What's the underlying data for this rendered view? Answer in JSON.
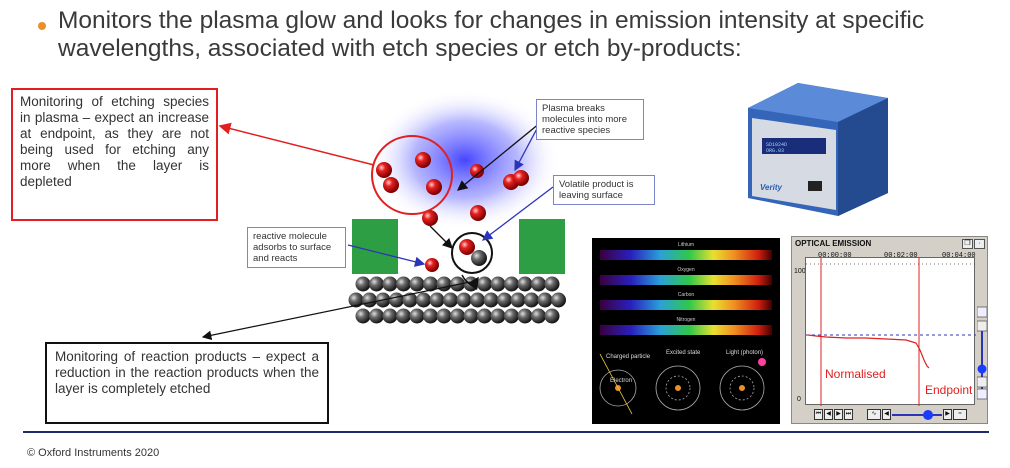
{
  "bullet": {
    "text": "Monitors the plasma glow and looks for changes in emission intensity at specific wavelengths, associated with etch species or etch by-products:"
  },
  "callouts": {
    "etching_species": "Monitoring of etching species in plasma – expect an increase at endpoint, as they are not being used for etching any more when the layer is depleted",
    "reaction_products": "Monitoring of reaction products – expect a reduction in the reaction products when the layer is completely etched"
  },
  "diagram_labels": {
    "plasma_breaks": "Plasma breaks molecules into more reactive species",
    "volatile_product": "Volatile product is leaving surface",
    "reactive_molecule": "reactive molecule adsorbs to surface and reacts"
  },
  "device": {
    "brand": "Verity",
    "display_line1": "SD1024D",
    "display_line2": "ORG.03"
  },
  "spectra": {
    "rows": [
      "Lithium",
      "Oxygen",
      "Carbon",
      "Nitrogen"
    ],
    "atoms": [
      "Charged particle",
      "Electron",
      "Excited state",
      "Light (photon)"
    ]
  },
  "optical_emission": {
    "title": "OPTICAL EMISSION",
    "times": [
      "00:00:00",
      "00:02:00",
      "00:04:00"
    ],
    "y_max": "100",
    "y_min": "0",
    "normalised_label": "Normalised",
    "endpoint_label": "Endpoint"
  },
  "footer": {
    "copyright": "© Oxford Instruments 2020"
  },
  "colors": {
    "accent_orange": "#e8902a",
    "callout_red": "#e02020",
    "label_border": "#7b86c9",
    "footer_rule": "#1f2a6e",
    "green_mask": "#2e9e45"
  }
}
